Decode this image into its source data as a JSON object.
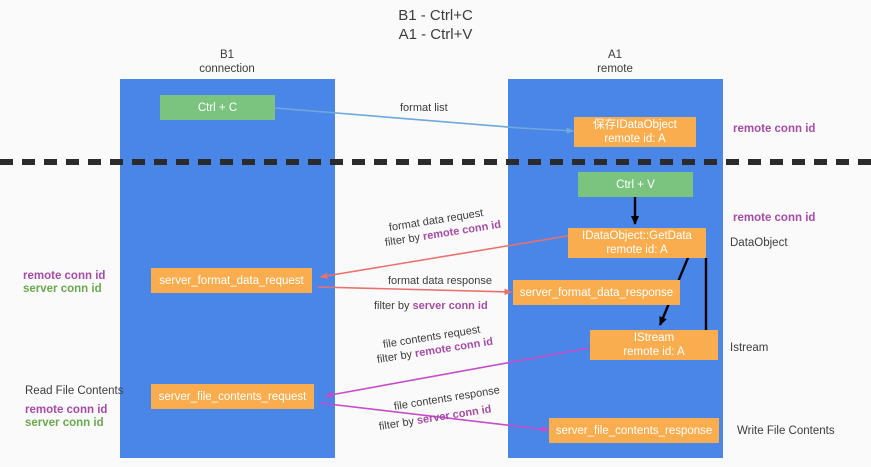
{
  "title": {
    "line1": "B1 - Ctrl+C",
    "line2": "A1 - Ctrl+V"
  },
  "columns": [
    {
      "name": "B1",
      "sub": "connection"
    },
    {
      "name": "A1",
      "sub": "remote"
    }
  ],
  "nodes": {
    "ctrl_c": {
      "label": "Ctrl + C"
    },
    "ctrl_v": {
      "label": "Ctrl + V"
    },
    "idataobject": {
      "line1_prefix": "保存",
      "line1": "IDataObject",
      "line2": "remote id: A"
    },
    "getdata": {
      "line1": "IDataObject::GetData",
      "line2": "remote id: A"
    },
    "istream": {
      "line1": "IStream",
      "line2": "remote id: A"
    },
    "server_format_data_request": {
      "label": "server_format_data_request"
    },
    "server_format_data_response": {
      "label": "server_format_data_response"
    },
    "server_file_contents_request": {
      "label": "server_file_contents_request"
    },
    "server_file_contents_response": {
      "label": "server_file_contents_response"
    }
  },
  "edge_labels": {
    "format_list": "format list",
    "format_data_request": "format data request",
    "format_data_request_filter_prefix": "filter by ",
    "format_data_request_filter_key": "remote conn id",
    "format_data_response": "format data response",
    "format_data_response_filter_prefix": "filter by ",
    "format_data_response_filter_key": "server conn id",
    "file_contents_request": "file contents request",
    "file_contents_request_filter_prefix": "filter by ",
    "file_contents_request_filter_key": "remote conn id",
    "file_contents_response": "file contents response",
    "file_contents_response_filter_prefix": "filter by ",
    "file_contents_response_filter_key": "server conn id"
  },
  "annotations": {
    "right_remote_conn_id_top": "remote conn id",
    "right_remote_conn_id_mid": "remote conn id",
    "right_dataobject": "DataObject",
    "right_istream": "Istream",
    "right_write_file_contents": "Write File Contents",
    "left_remote_conn_id": "remote conn id",
    "left_server_conn_id": "server conn id",
    "left_read_file_contents": "Read File Contents",
    "left_remote_conn_id_2": "remote conn id",
    "left_server_conn_id_2": "server conn id"
  },
  "colors": {
    "lane": "#4a86e8",
    "green_node": "#7bc47f",
    "orange_node": "#f9ad4e",
    "purple": "#a64ca6",
    "green_text": "#6aa84f",
    "red_arrow": "#e8716d",
    "magenta_arrow": "#c74cc7",
    "blue_arrow": "#6fa8dc",
    "black": "#000000",
    "background": "#fafafa"
  }
}
